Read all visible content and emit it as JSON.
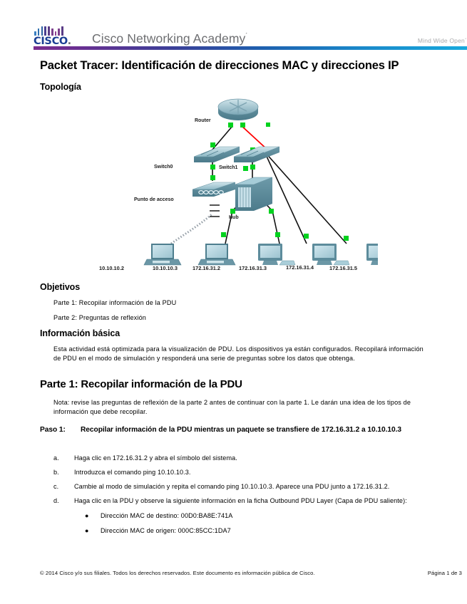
{
  "header": {
    "logo_word": "CISCO",
    "logo_dot": ".",
    "academy": "Cisco Networking Academy",
    "academy_mark": "´",
    "tagline": "Mind Wide Open´"
  },
  "document": {
    "title": "Packet Tracer: Identificación de direcciones MAC y direcciones IP",
    "topology_heading": "Topología"
  },
  "topology": {
    "router": "Router",
    "switch0": "Switch0",
    "switch1": "Switch1",
    "access_point": "Punto de acceso",
    "hub": "Hub",
    "hosts": [
      "10.10.10.2",
      "10.10.10.3",
      "172.16.31.2",
      "172.16.31.3",
      "172.16.31.4",
      "172.16.31.5"
    ]
  },
  "objectives": {
    "heading": "Objetivos",
    "items": [
      "Parte 1: Recopilar información de la PDU",
      "Parte 2: Preguntas de reflexión"
    ]
  },
  "background": {
    "heading": "Información básica",
    "text": "Esta actividad está optimizada para la visualización de PDU. Los dispositivos ya están configurados. Recopilará información de PDU en el modo de simulación y responderá una serie de preguntas sobre los datos que obtenga."
  },
  "part1": {
    "heading": "Parte 1: Recopilar información de la PDU",
    "note": "Nota: revise las preguntas de reflexión de la parte 2 antes de continuar con la parte 1. Le darán una idea de los tipos de información que debe recopilar.",
    "step1_label": "Paso 1:",
    "step1_title": "Recopilar información de la PDU mientras un paquete se transfiere de 172.16.31.2 a 10.10.10.3",
    "items": [
      {
        "marker": "a.",
        "text": "Haga clic en 172.16.31.2 y abra el símbolo del sistema."
      },
      {
        "marker": "b.",
        "text": "Introduzca el comando ping 10.10.10.3."
      },
      {
        "marker": "c.",
        "text": "Cambie al modo de simulación y repita el comando ping 10.10.10.3. Aparece una PDU junto a 172.16.31.2."
      },
      {
        "marker": "d.",
        "text": "Haga clic en la PDU y observe la siguiente información en la ficha Outbound PDU Layer (Capa de PDU saliente):"
      }
    ],
    "bullets": [
      {
        "marker": "●",
        "text": "Dirección MAC de destino: 00D0:BA8E:741A"
      },
      {
        "marker": "●",
        "text": "Dirección MAC de origen: 000C:85CC:1DA7"
      }
    ]
  },
  "footer": {
    "copyright": "© 2014 Cisco y/o sus filiales. Todos los derechos reservados. Este documento es información pública de Cisco.",
    "page": "Página 1 de 3"
  },
  "colors": {
    "cisco_blue": "#1c3f94",
    "rule_start": "#7b2d8e",
    "rule_end": "#18a9dd",
    "link_active": "#00d21e",
    "link_down": "#ff0000"
  }
}
